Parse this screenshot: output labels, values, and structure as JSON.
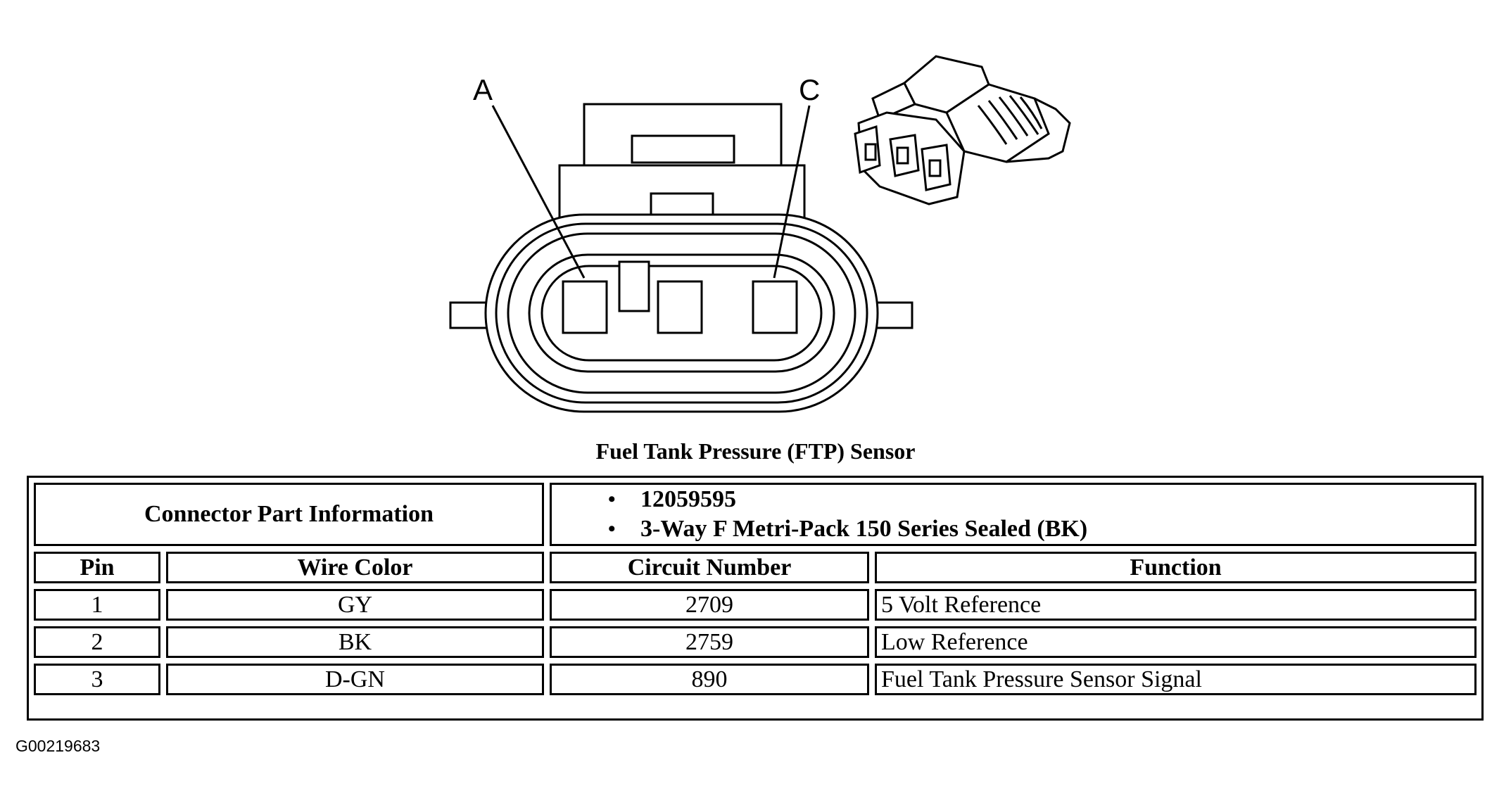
{
  "diagram": {
    "pin_labels": [
      "A",
      "C"
    ],
    "caption": "Fuel Tank Pressure (FTP) Sensor",
    "figure_id": "G00219683"
  },
  "table": {
    "part_info_label": "Connector Part Information",
    "part_info_items": [
      "12059595",
      "3-Way F Metri-Pack 150 Series Sealed (BK)"
    ],
    "headers": [
      "Pin",
      "Wire Color",
      "Circuit Number",
      "Function"
    ],
    "rows": [
      [
        "1",
        "GY",
        "2709",
        "5 Volt Reference"
      ],
      [
        "2",
        "BK",
        "2759",
        "Low Reference"
      ],
      [
        "3",
        "D-GN",
        "890",
        "Fuel Tank Pressure Sensor Signal"
      ]
    ]
  }
}
